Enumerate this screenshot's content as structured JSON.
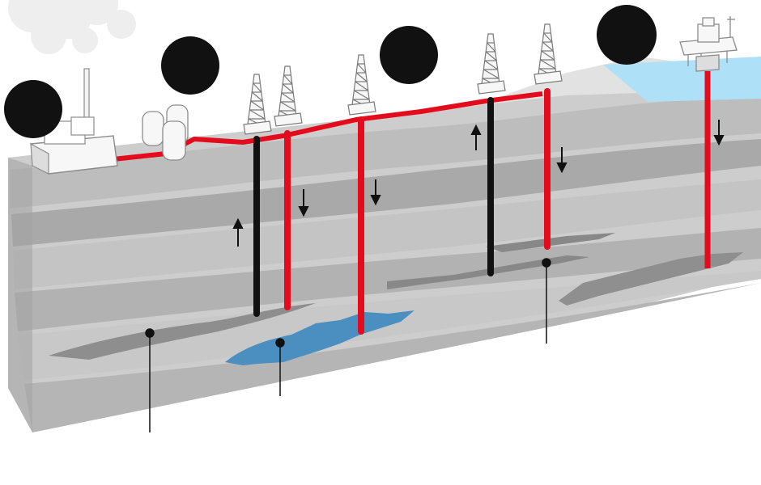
{
  "title": "",
  "colors": {
    "injection_pipe": "#e30b1c",
    "production_pipe": "#111111",
    "rock_light": "#d2d2d2",
    "rock_mid": "#b9b9b9",
    "rock_dark": "#8a8a8a",
    "saline_aquifer": "#4a8fc0",
    "sea": "#aee0f7",
    "marker": "#111111"
  },
  "markers": [
    {
      "name": "marker-power-plant",
      "label": ""
    },
    {
      "name": "marker-storage-tanks",
      "label": ""
    },
    {
      "name": "marker-injection-well",
      "label": ""
    },
    {
      "name": "marker-offshore-platform",
      "label": ""
    }
  ],
  "formations": [
    {
      "name": "depleted-reservoir",
      "label": ""
    },
    {
      "name": "saline-aquifer",
      "label": ""
    },
    {
      "name": "oil-gas-field",
      "label": ""
    },
    {
      "name": "offshore-reservoir",
      "label": ""
    }
  ],
  "wells": [
    {
      "name": "well-1",
      "type": "production",
      "flow": "up"
    },
    {
      "name": "well-2",
      "type": "injection",
      "flow": "down"
    },
    {
      "name": "well-3",
      "type": "injection",
      "flow": "down"
    },
    {
      "name": "well-4",
      "type": "production",
      "flow": "up"
    },
    {
      "name": "well-5",
      "type": "injection",
      "flow": "down"
    },
    {
      "name": "well-6",
      "type": "injection",
      "flow": "down"
    }
  ],
  "icons": [
    "power-plant-icon",
    "storage-tank-icon",
    "drilling-rig-icon",
    "offshore-platform-icon",
    "flow-arrow-icon"
  ]
}
